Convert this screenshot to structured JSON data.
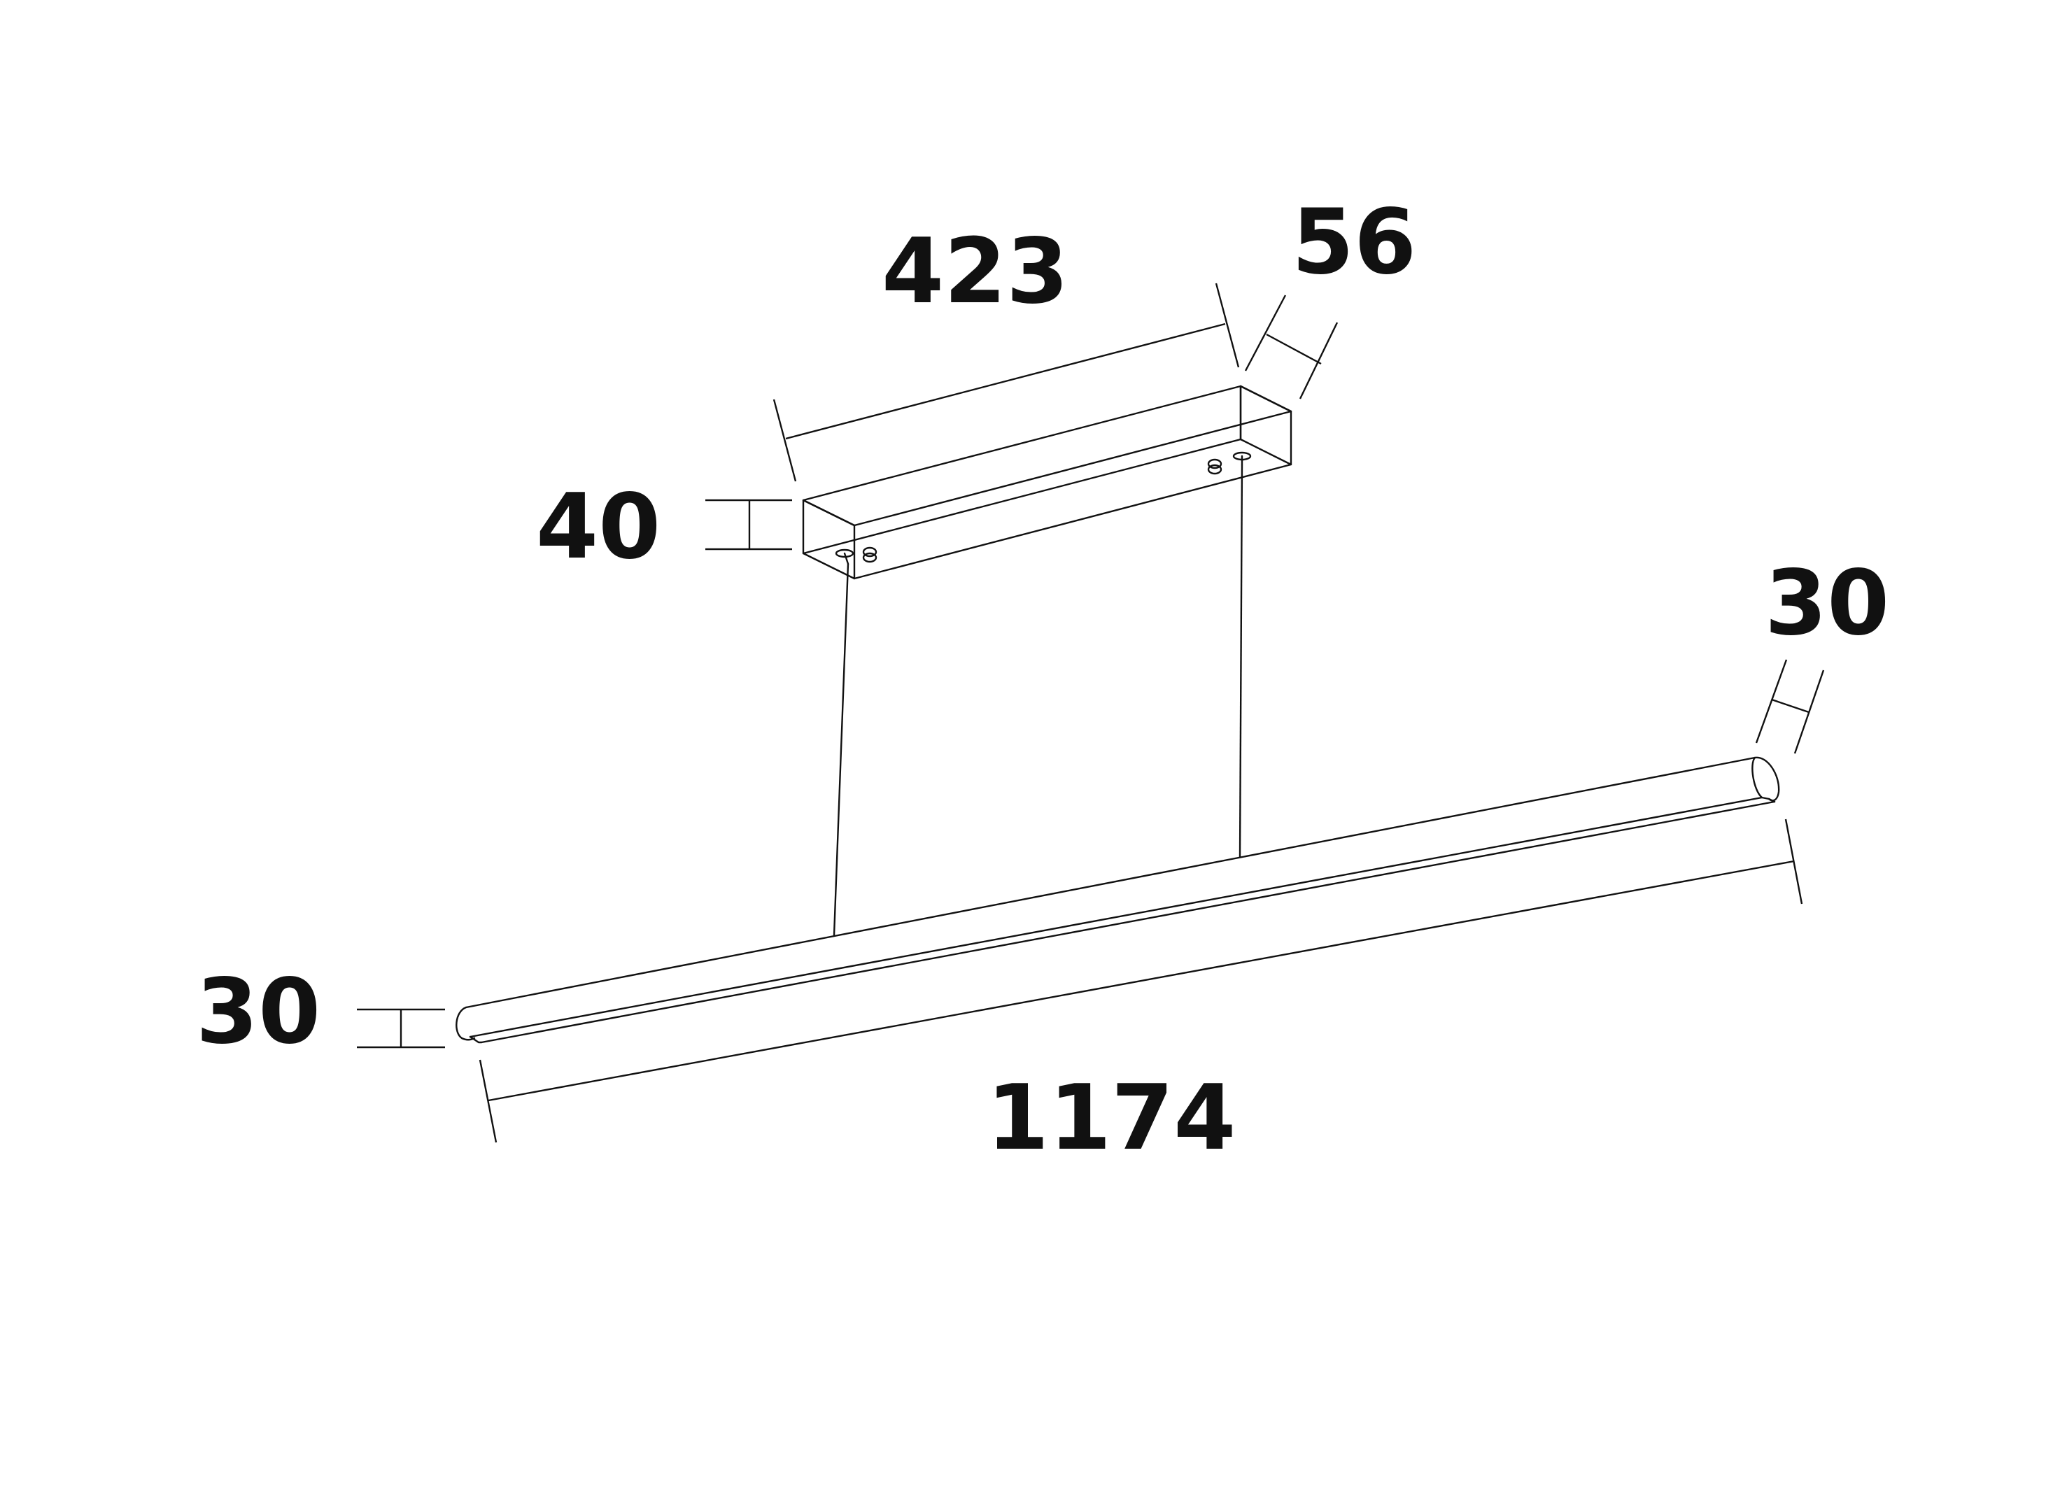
{
  "dimensions": {
    "canopy_length": "423",
    "canopy_depth": "56",
    "canopy_height": "40",
    "bar_diameter_right": "30",
    "bar_diameter_left": "30",
    "bar_length": "1174"
  },
  "colors": {
    "line": "#111111",
    "background": "#ffffff"
  }
}
